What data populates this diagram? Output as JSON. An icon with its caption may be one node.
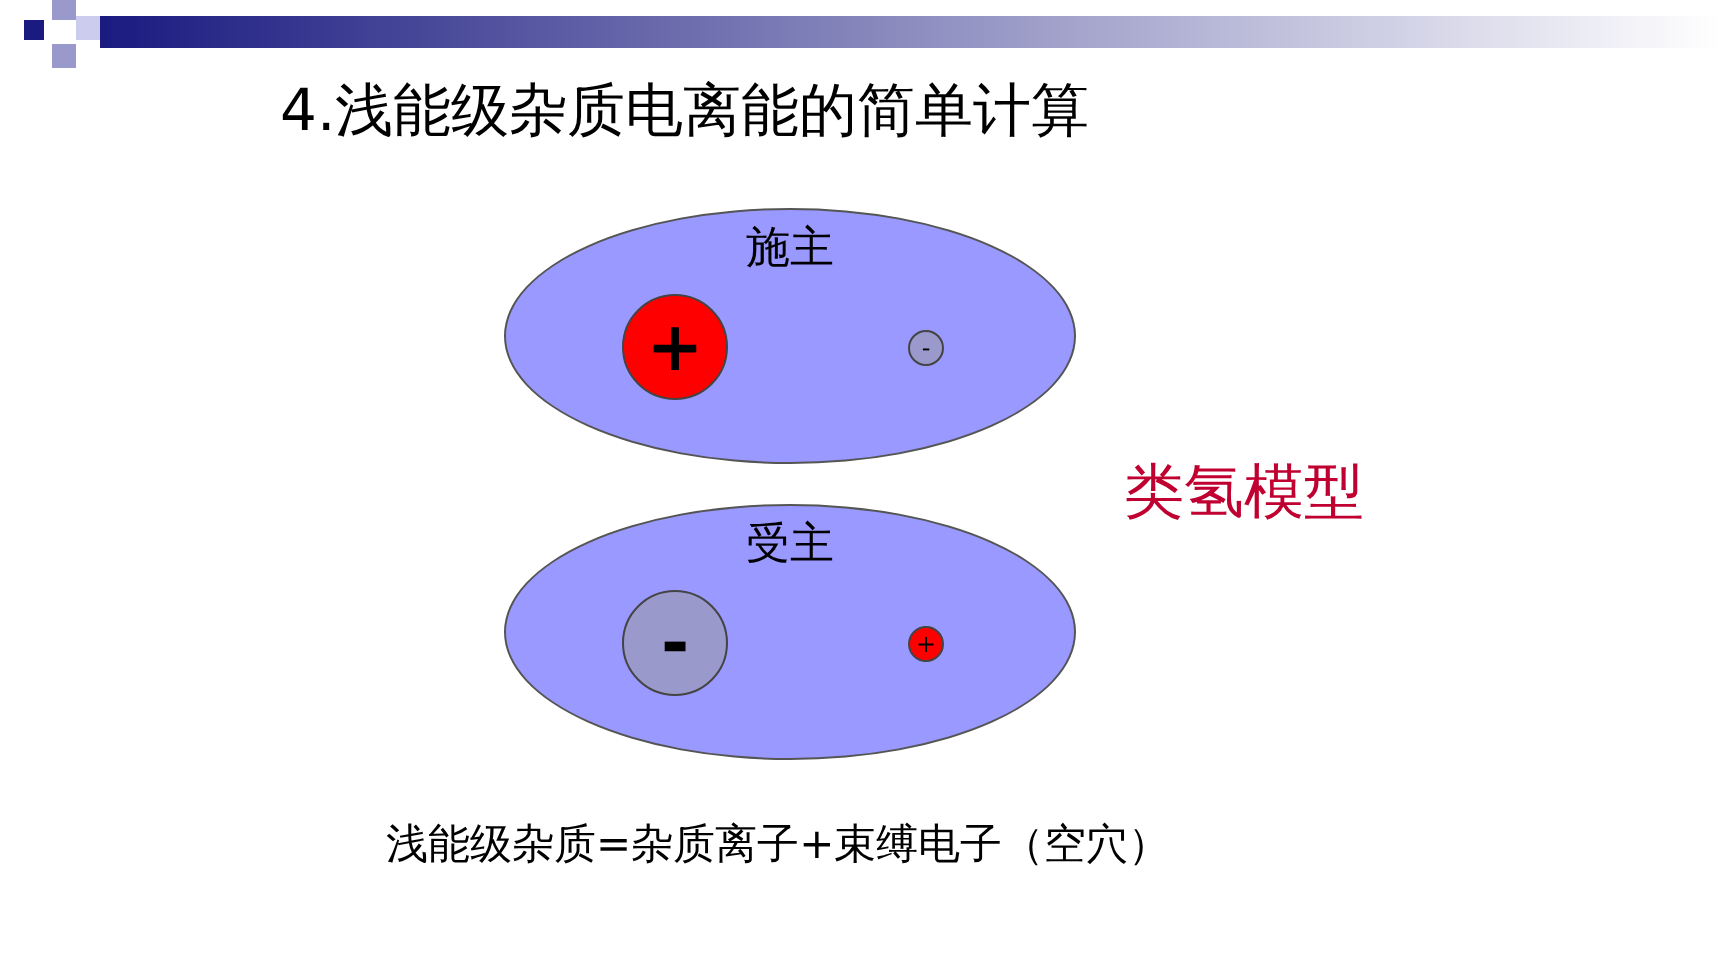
{
  "diagram": {
    "title": "4.浅能级杂质电离能的简单计算",
    "nodes": [
      {
        "text": [
          "施主"
        ]
      },
      {
        "text": [
          "+"
        ],
        "in": 0
      },
      {
        "text": [
          "-"
        ],
        "in": 0
      },
      {
        "text": [
          "受主"
        ]
      },
      {
        "text": [
          "-"
        ],
        "in": 3
      },
      {
        "text": [
          "+"
        ],
        "in": 3
      }
    ],
    "edges": [],
    "labels": [
      "类氢模型",
      "浅能级杂质=杂质离子+束缚电子（空穴）"
    ]
  }
}
